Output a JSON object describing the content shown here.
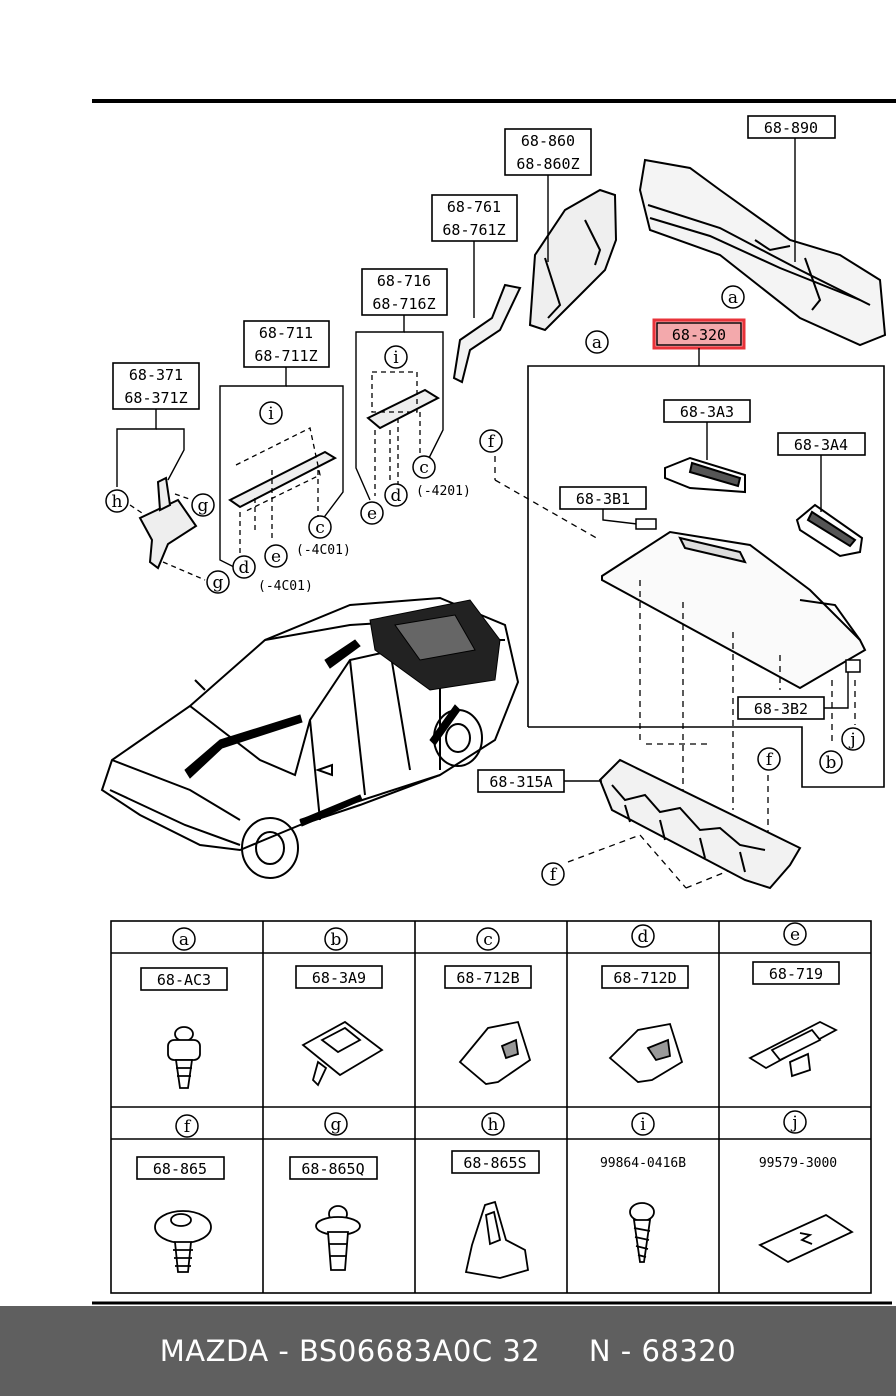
{
  "callouts": {
    "p68890": "68-890",
    "p68860": "68-860",
    "p68860z": "68-860Z",
    "p68761": "68-761",
    "p68761z": "68-761Z",
    "p68716": "68-716",
    "p68716z": "68-716Z",
    "p68711": "68-711",
    "p68711z": "68-711Z",
    "p68371": "68-371",
    "p68371z": "68-371Z",
    "p68320": "68-320",
    "p683a3": "68-3A3",
    "p683a4": "68-3A4",
    "p683b1": "68-3B1",
    "p683b2": "68-3B2",
    "p68315a": "68-315A"
  },
  "notes": {
    "n4201": "(-4201)",
    "n4c01a": "(-4C01)",
    "n4c01b": "(-4C01)"
  },
  "letters": {
    "a": "a",
    "b": "b",
    "c": "c",
    "d": "d",
    "e": "e",
    "f": "f",
    "g": "g",
    "h": "h",
    "i": "i",
    "j": "j"
  },
  "fasteners": [
    {
      "letter": "a",
      "part": "68-AC3",
      "boxed": true
    },
    {
      "letter": "b",
      "part": "68-3A9",
      "boxed": true
    },
    {
      "letter": "c",
      "part": "68-712B",
      "boxed": true
    },
    {
      "letter": "d",
      "part": "68-712D",
      "boxed": true
    },
    {
      "letter": "e",
      "part": "68-719",
      "boxed": true
    },
    {
      "letter": "f",
      "part": "68-865",
      "boxed": true
    },
    {
      "letter": "g",
      "part": "68-865Q",
      "boxed": true
    },
    {
      "letter": "h",
      "part": "68-865S",
      "boxed": true
    },
    {
      "letter": "i",
      "part": "99864-0416B",
      "boxed": false
    },
    {
      "letter": "j",
      "part": "99579-3000",
      "boxed": false
    }
  ],
  "highlight_color": "#e8333a",
  "footer": {
    "brand_part": "MAZDA - BS06683A0C 32",
    "ref": "N - 68320"
  }
}
